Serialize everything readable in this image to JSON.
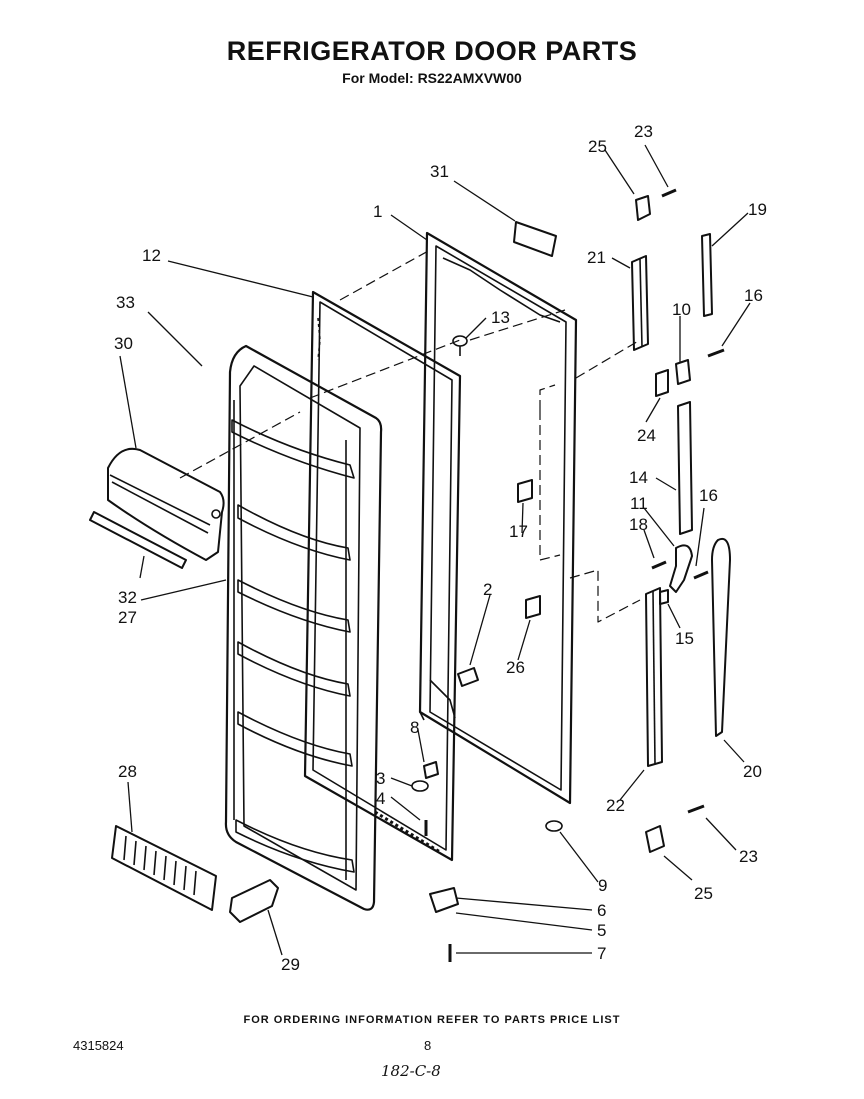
{
  "header": {
    "title": "REFRIGERATOR DOOR PARTS",
    "subtitle": "For Model: RS22AMXVW00"
  },
  "callouts": [
    "1",
    "2",
    "3",
    "4",
    "5",
    "6",
    "7",
    "8",
    "9",
    "10",
    "11",
    "12",
    "13",
    "14",
    "15",
    "16",
    "16",
    "17",
    "18",
    "19",
    "20",
    "21",
    "22",
    "23",
    "23",
    "24",
    "25",
    "25",
    "26",
    "27",
    "28",
    "29",
    "30",
    "31",
    "32",
    "33"
  ],
  "footer": {
    "ordering_note": "FOR ORDERING INFORMATION REFER TO PARTS PRICE LIST",
    "doc_number": "4315824",
    "page_number": "8",
    "handwritten_note": "182-C-8"
  }
}
